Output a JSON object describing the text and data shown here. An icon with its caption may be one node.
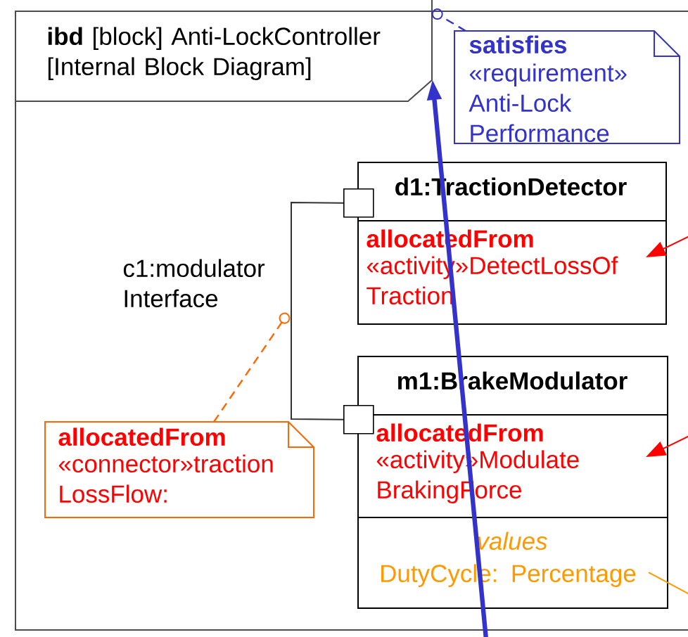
{
  "diagram": {
    "nodes": [
      {
        "text": [
          "**ibd** [block] Anti-LockController [Internal Block Diagram]"
        ]
      },
      {
        "text": [
          "satisfies",
          "«requirement» Anti-Lock Performance"
        ]
      },
      {
        "text": [
          "d1:TractionDetector",
          "allocatedFrom",
          "«activity»DetectLossOf Traction"
        ]
      },
      {
        "text": [
          "m1:BrakeModulator",
          "allocatedFrom",
          "«activity»Modulate BrakingForce",
          "values",
          "DutyCycle: Percentage"
        ]
      },
      {
        "text": [],
        "shape": "box"
      },
      {
        "text": [],
        "shape": "box"
      },
      {
        "text": [
          "allocatedFrom",
          "«connector»traction LossFlow:"
        ]
      }
    ],
    "edges": [
      {
        "from": 4,
        "to": 5,
        "arrow": "none",
        "label": "c1:modulator Interface",
        "color": "#333333"
      },
      {
        "from": 6,
        "to": null,
        "arrow": "other",
        "style": "dashed",
        "color": "#ff6600"
      },
      {
        "from": 1,
        "to": 0,
        "arrow": "other",
        "style": "dashed",
        "color": "#3333cc"
      },
      {
        "from": null,
        "to": 0,
        "arrow": "to",
        "style": "thick",
        "color": "#3333cc"
      },
      {
        "from": null,
        "to": 2,
        "arrow": "to",
        "color": "#ff0000"
      },
      {
        "from": null,
        "to": 3,
        "arrow": "to",
        "color": "#ff0000"
      },
      {
        "from": 3,
        "to": null,
        "arrow": "none",
        "color": "#ff9900"
      }
    ]
  }
}
